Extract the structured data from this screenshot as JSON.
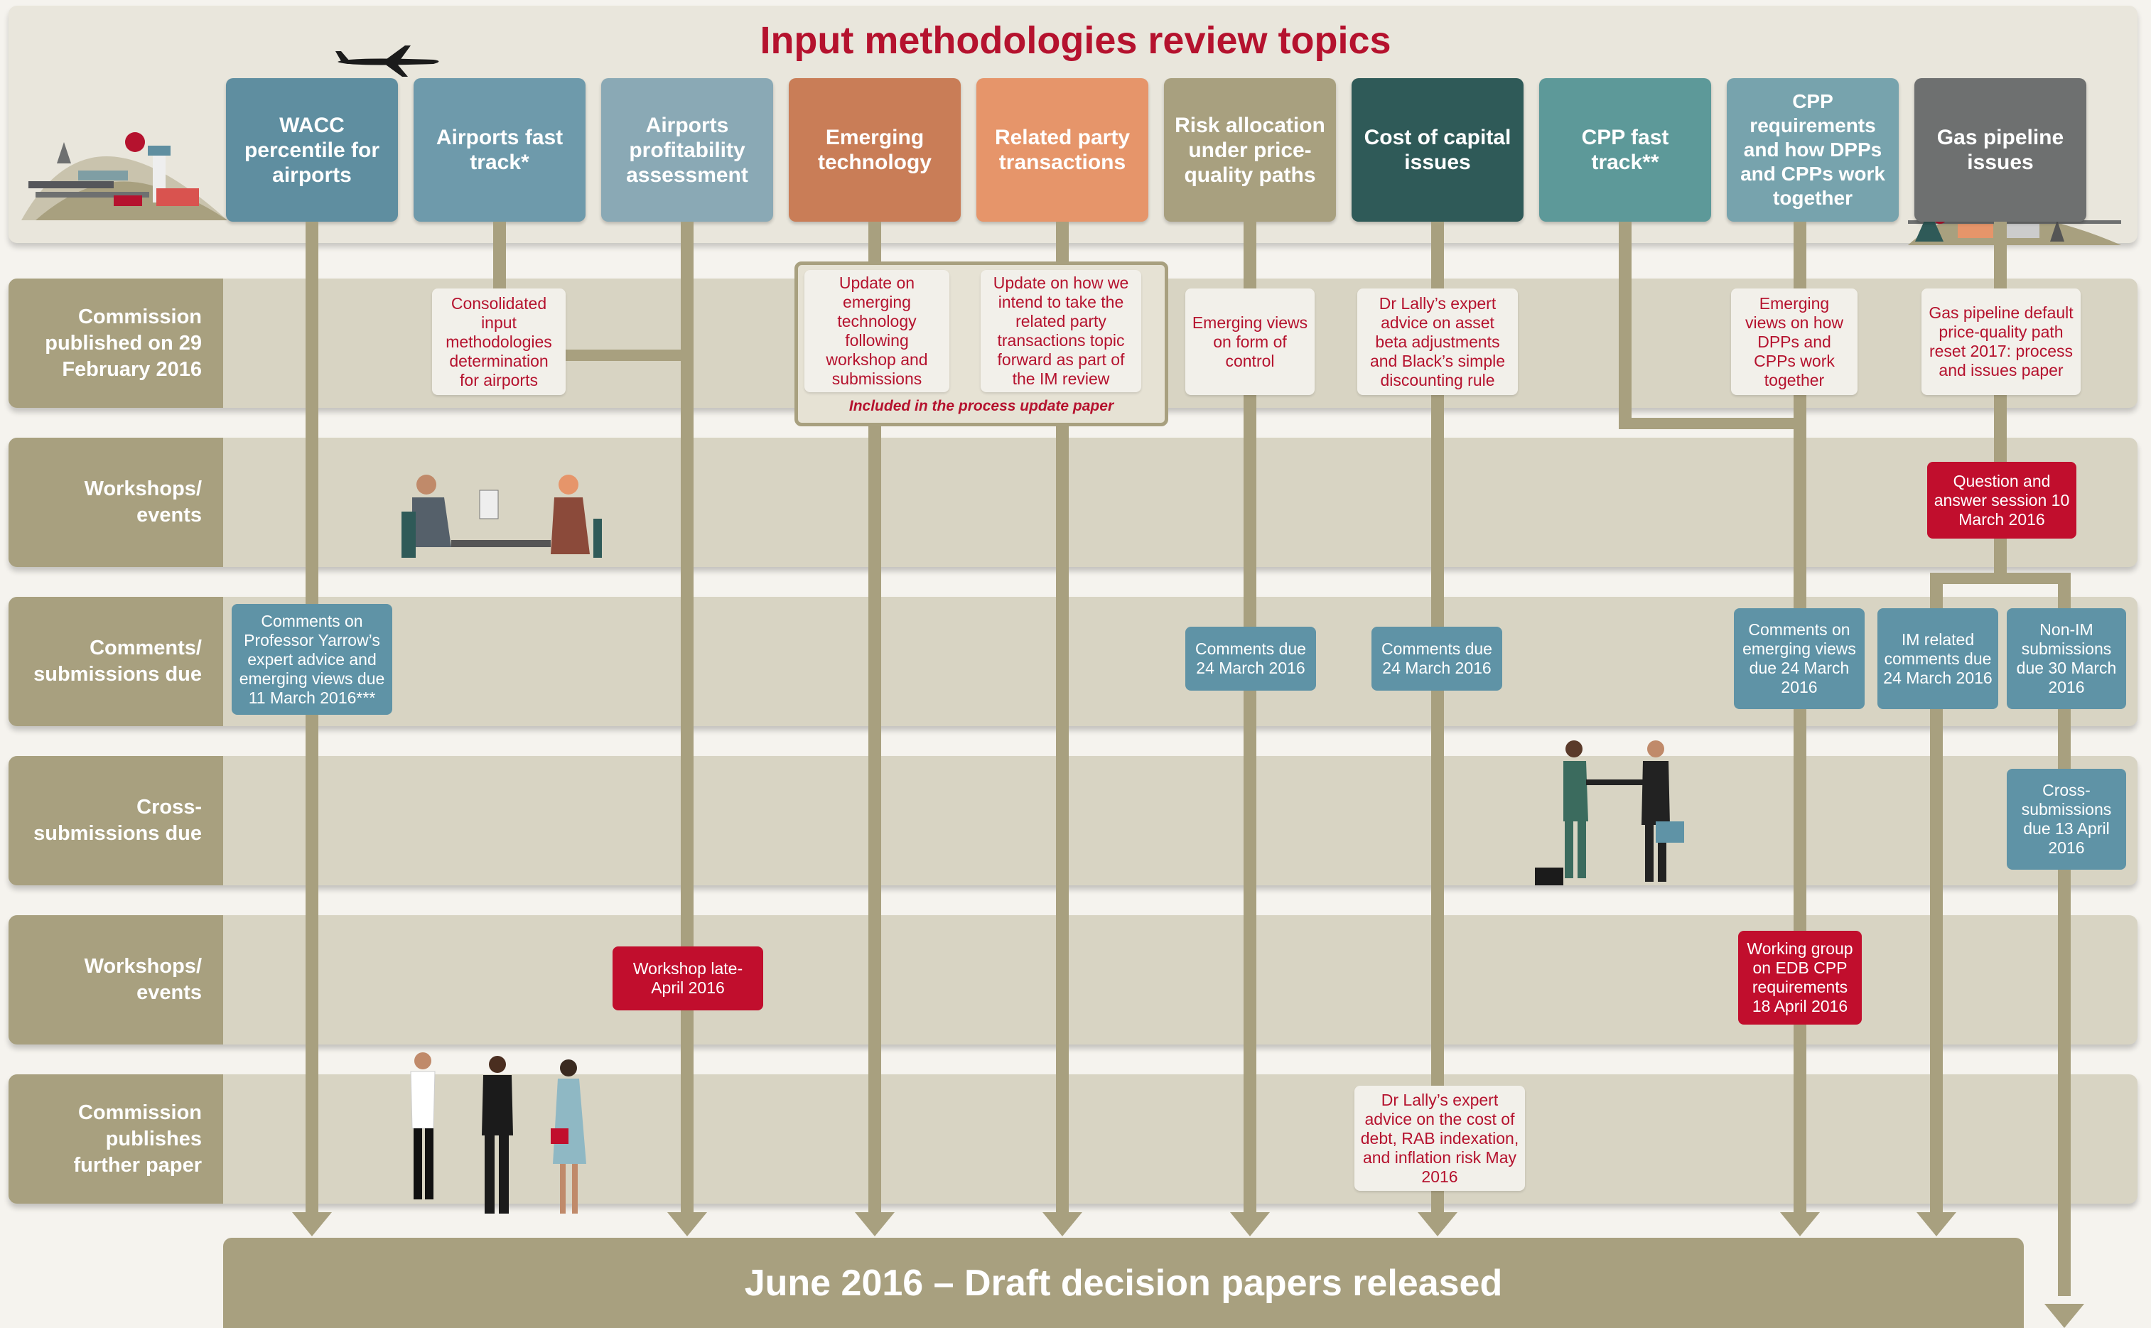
{
  "title": "Input methodologies review topics",
  "topics": [
    {
      "label": "WACC percentile for airports",
      "color": "#5f8ea0"
    },
    {
      "label": "Airports fast track*",
      "color": "#6e9aab"
    },
    {
      "label": "Airports profitability assessment",
      "color": "#8aa9b5"
    },
    {
      "label": "Emerging technology",
      "color": "#c97d57"
    },
    {
      "label": "Related party transactions",
      "color": "#e6956a"
    },
    {
      "label": "Risk allocation under price-quality paths",
      "color": "#a8a07f"
    },
    {
      "label": "Cost of capital issues",
      "color": "#2f5a58"
    },
    {
      "label": "CPP fast track**",
      "color": "#5d9999"
    },
    {
      "label": "CPP requirements and how DPPs and CPPs work together",
      "color": "#77a3ad"
    },
    {
      "label": "Gas pipeline issues",
      "color": "#6e7070"
    }
  ],
  "rows": [
    {
      "label": "Commission published on 29 February 2016"
    },
    {
      "label": "Workshops/ events"
    },
    {
      "label": "Comments/ submissions due"
    },
    {
      "label": "Cross-submissions due"
    },
    {
      "label": "Workshops/ events"
    },
    {
      "label": "Commission publishes further paper"
    }
  ],
  "items": {
    "consolidated": "Consolidated input methodologies determination for airports",
    "emerging_update": "Update on emerging technology following workshop and submissions",
    "related_update": "Update on how we intend to take the related party transactions topic forward as part of the IM review",
    "process_note": "Included in the process update paper",
    "emerging_views_control": "Emerging views on form of control",
    "lally_beta": "Dr Lally’s expert advice on asset beta adjustments and Black’s simple discounting rule",
    "emerging_views_dpp": "Emerging views on how DPPs and CPPs work together",
    "gas_default": "Gas pipeline default price-quality path reset 2017: process and issues paper",
    "qa_session": "Question and answer session 10 March 2016",
    "comments_yarrow": "Comments on Professor Yarrow’s expert advice and emerging views due 11 March 2016***",
    "comments_risk": "Comments due 24 March 2016",
    "comments_coc": "Comments due 24 March 2016",
    "comments_cpp": "Comments on emerging views due 24 March 2016",
    "im_related": "IM related comments due 24 March 2016",
    "non_im": "Non-IM submissions due 30 March 2016",
    "cross_subs": "Cross-submissions due 13 April 2016",
    "workshop_april": "Workshop late-April 2016",
    "working_group": "Working group on EDB CPP requirements 18 April 2016",
    "lally_debt": "Dr Lally’s expert advice on the cost of debt, RAB indexation, and inflation risk May 2016"
  },
  "footer": "June 2016 – Draft decision papers released",
  "colors": {
    "accent_red": "#b5122e",
    "line": "#a8a07f",
    "row_band": "#d8d4c3",
    "blue_box": "#5f93a6",
    "red_box": "#c10e2d"
  }
}
